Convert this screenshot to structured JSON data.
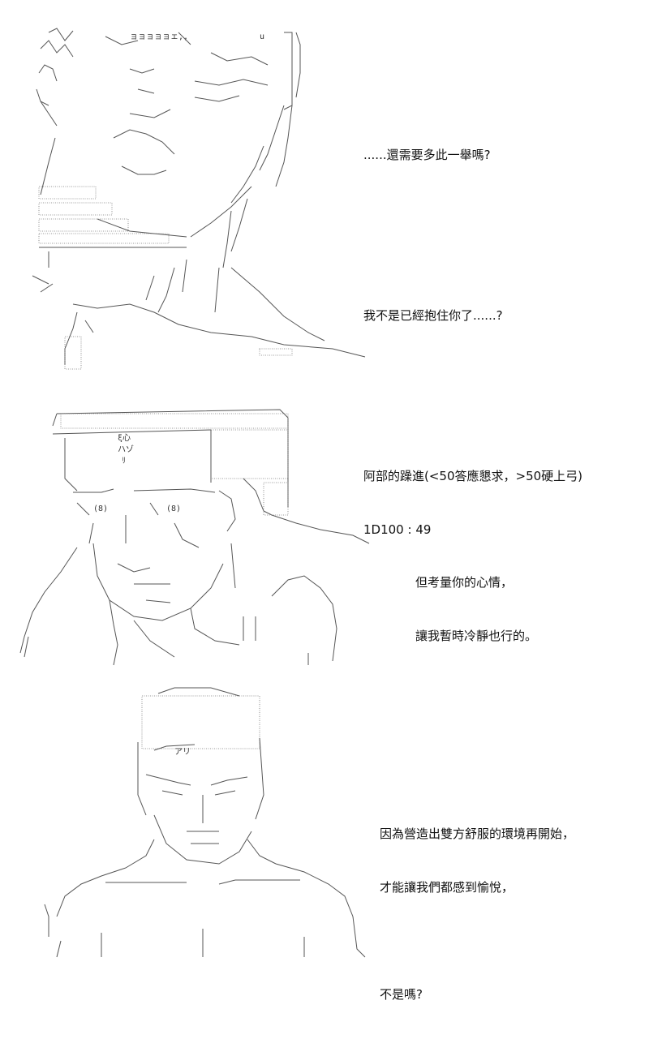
{
  "panel1": {
    "line1": "......還需要多此一舉嗎?",
    "line2": "我不是已經抱住你了......?",
    "line3": "阿部的躁進(<50答應懇求，>50硬上弓)",
    "line4": "1D100 : 49",
    "art_mark_1": "u",
    "art_mark_2": "ョョョョョェ,,"
  },
  "panel2": {
    "line1": "但考量你的心情，",
    "line2": "讓我暫時冷靜也行的。",
    "art_text_1": "ξ心",
    "art_text_2": "ハゾ",
    "art_text_3": "ﾘ",
    "art_eye_left": "(8)",
    "art_eye_right": "(8)"
  },
  "panel3": {
    "line1": "因為營造出雙方舒服的環境再開始，",
    "line2": "才能讓我們都感到愉悅，",
    "line3": "不是嗎?",
    "art_text_1": "アリ"
  }
}
